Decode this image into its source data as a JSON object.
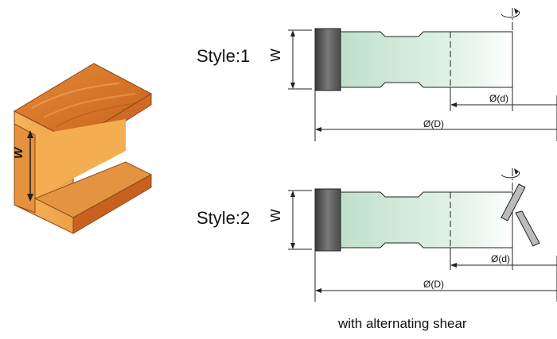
{
  "style1": {
    "label": "Style:1",
    "w": "W",
    "d_small": "Ø(d)",
    "d_large": "Ø(D)"
  },
  "style2": {
    "label": "Style:2",
    "w": "W",
    "d_small": "Ø(d)",
    "d_large": "Ø(D)"
  },
  "profile": {
    "w": "W"
  },
  "caption": "with alternating shear",
  "colors": {
    "wood_top": "#d9772a",
    "wood_front": "#f2a64c",
    "wood_edge": "#c8611f",
    "body_green": "#cfe8d8",
    "body_dark": "#555555",
    "line": "#222222"
  }
}
